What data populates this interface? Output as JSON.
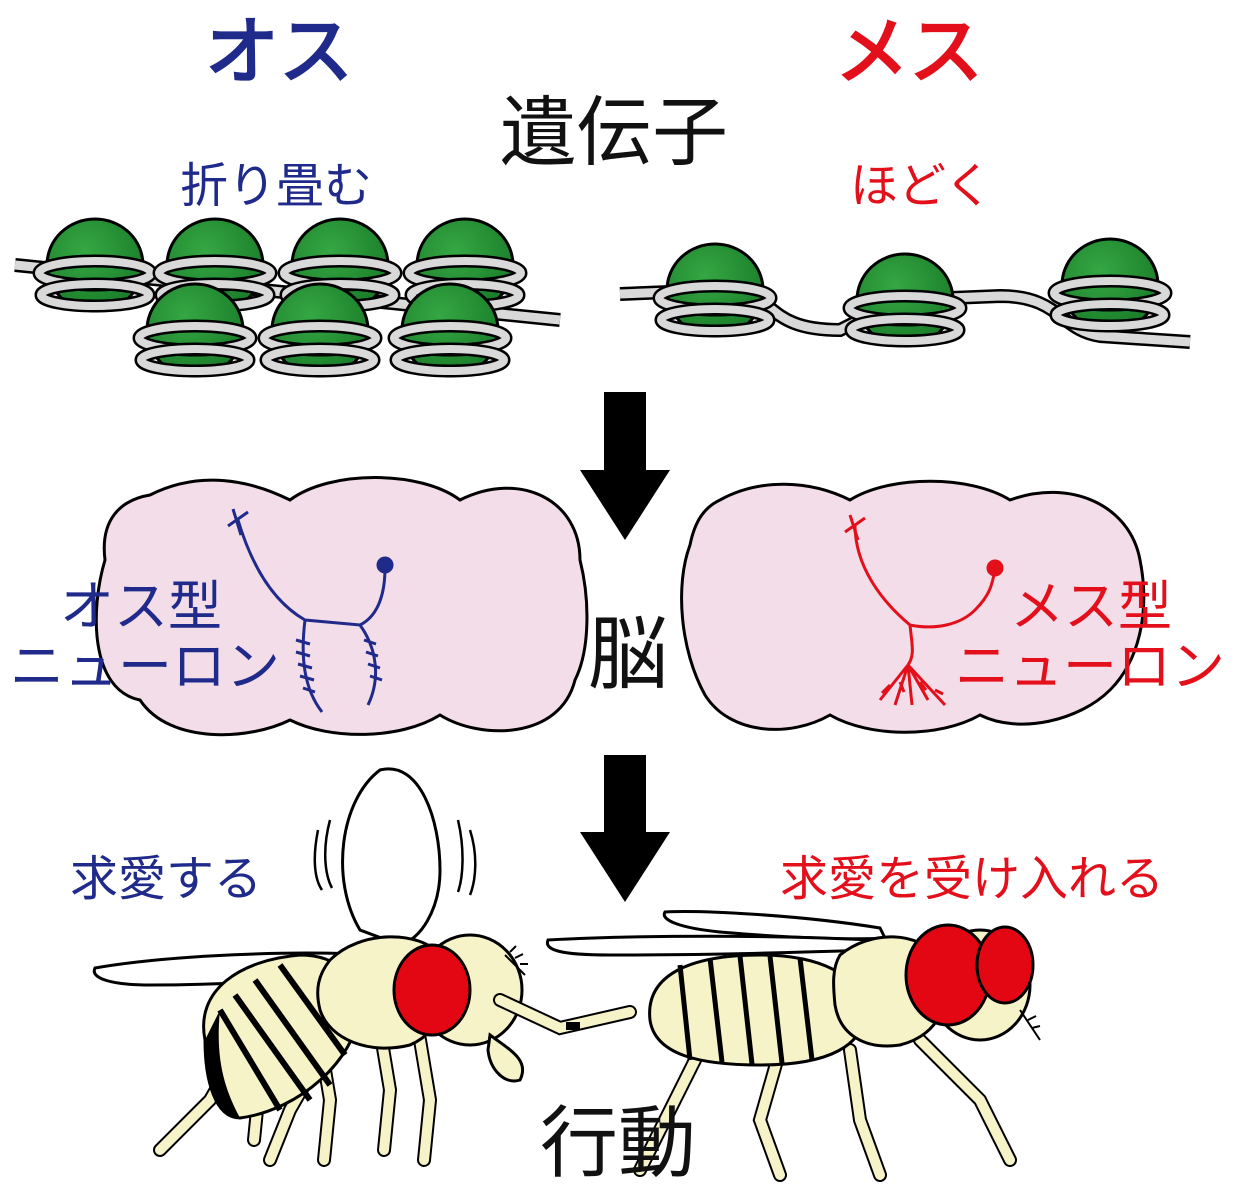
{
  "colors": {
    "male": "#1f2a8a",
    "female": "#e3101c",
    "nucleosome": "#1f8a2e",
    "dna": "#d9d9d9",
    "brain": "#f3dde8",
    "fly_body": "#f6f3c8",
    "fly_eye": "#e30613",
    "arrow": "#000000"
  },
  "headers": {
    "male": "オス",
    "female": "メス"
  },
  "gene": {
    "label": "遺伝子",
    "male_state": "折り畳む",
    "female_state": "ほどく"
  },
  "brain": {
    "label": "脳",
    "male_neuron_line1": "オス型",
    "male_neuron_line2": "ニューロン",
    "female_neuron_line1": "メス型",
    "female_neuron_line2": "ニューロン"
  },
  "behavior": {
    "label": "行動",
    "male_action": "求愛する",
    "female_action": "求愛を受け入れる"
  },
  "icons": [
    "nucleosome-icon",
    "brain-icon",
    "neuron-icon",
    "fly-icon",
    "down-arrow-icon"
  ]
}
